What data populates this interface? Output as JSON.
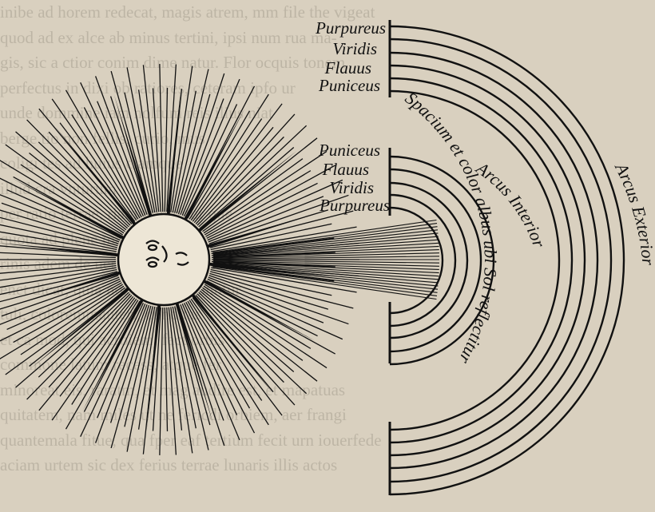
{
  "background_text_lines": [
    "inibe ad horem redecat, magis atrem, mm file the vigeat",
    "quod ad ex alce ab minus tertini, ipsi num rua ma-",
    "gis, sic a ctior conim dime natur. Flor ocquis tonem",
    "perfectus in dixi ob ratiores, ceteram ipfo ur",
    "unde dommine iam nolfum reis ilius niat",
    "berge tio non fellis, curio, mus",
    "coligi tes ad huius clamque",
    "illud cra vnturum",
    "per ratio terrae, riamomnmitur que",
    "quota ad plene magis contingit",
    "rinis adem de ueris illis clamitur",
    "enet dicat, quia non fec, quodanntur",
    "tuli, coloremmauteri, cunditas",
    "et ca mod, qui acroiem, fact orbis",
    "commone latum recess, atque fer",
    "minoreat eis, raratm, et mag audire est, et mapatuas",
    "quitatem, nam miles ut ne fericdi orbiem, aer frangi",
    "quantemala fitue, qua fper eaf tertium fecit urn iouerfede",
    "aciam urtem sic dex ferius terrae lunaris illis actos"
  ],
  "outer_bow_labels": [
    "Purpureus",
    "Viridis",
    "Flauus",
    "Puniceus"
  ],
  "inner_bow_labels": [
    "Puniceus",
    "Flauus",
    "Viridis",
    "Purpureus"
  ],
  "arc_texts": {
    "space": "Spacium et color albus ubi Sol reflectitur",
    "inner": "Arcus Interior",
    "outer": "Arcus Exterior"
  },
  "colors": {
    "ink": "#111111",
    "paper": "#d9d0bf",
    "sun_face": "#ede6d6"
  }
}
